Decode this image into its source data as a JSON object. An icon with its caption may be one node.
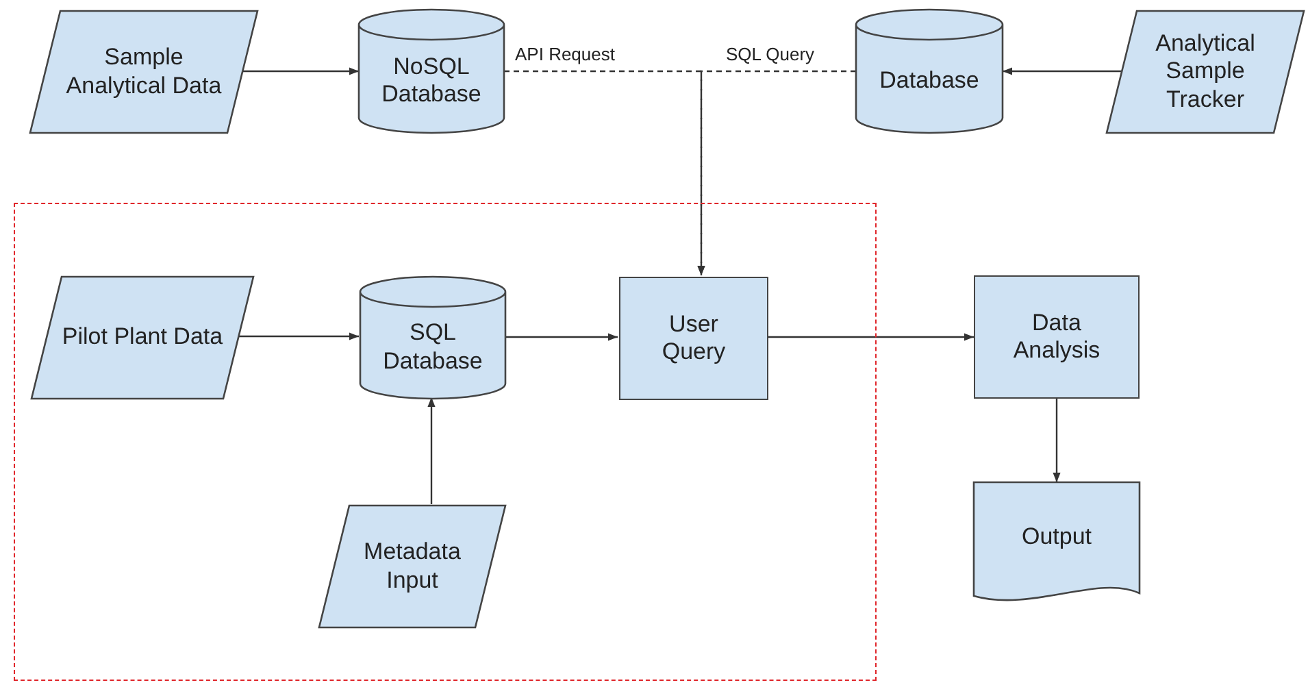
{
  "diagram": {
    "nodes": [
      {
        "text": [
          "Sample Analytical Data"
        ]
      },
      {
        "text": [
          "NoSQL Database"
        ]
      },
      {
        "text": [
          "Database"
        ]
      },
      {
        "text": [
          "Analytical Sample Tracker"
        ]
      },
      {
        "text": [],
        "shape": "box"
      },
      {
        "text": [
          "Pilot Plant Data"
        ],
        "in": 4
      },
      {
        "text": [
          "SQL Database"
        ],
        "in": 4
      },
      {
        "text": [
          "User Query"
        ],
        "in": 4
      },
      {
        "text": [
          "Metadata Input"
        ],
        "in": 4
      },
      {
        "text": [
          "Data Analysis"
        ]
      },
      {
        "text": [
          "Output"
        ]
      }
    ],
    "edges": [
      {
        "from": 0,
        "to": 1,
        "arrow": "to"
      },
      {
        "from": 3,
        "to": 2,
        "arrow": "to"
      },
      {
        "from": 1,
        "to": 7,
        "arrow": "to",
        "label": "API Request",
        "style": "dashed"
      },
      {
        "from": 2,
        "to": 7,
        "arrow": "to",
        "label": "SQL Query",
        "style": "dashed"
      },
      {
        "from": 5,
        "to": 6,
        "arrow": "to"
      },
      {
        "from": 8,
        "to": 6,
        "arrow": "to"
      },
      {
        "from": 6,
        "to": 7,
        "arrow": "to"
      },
      {
        "from": 7,
        "to": 9,
        "arrow": "to"
      },
      {
        "from": 9,
        "to": 10,
        "arrow": "to"
      }
    ]
  }
}
